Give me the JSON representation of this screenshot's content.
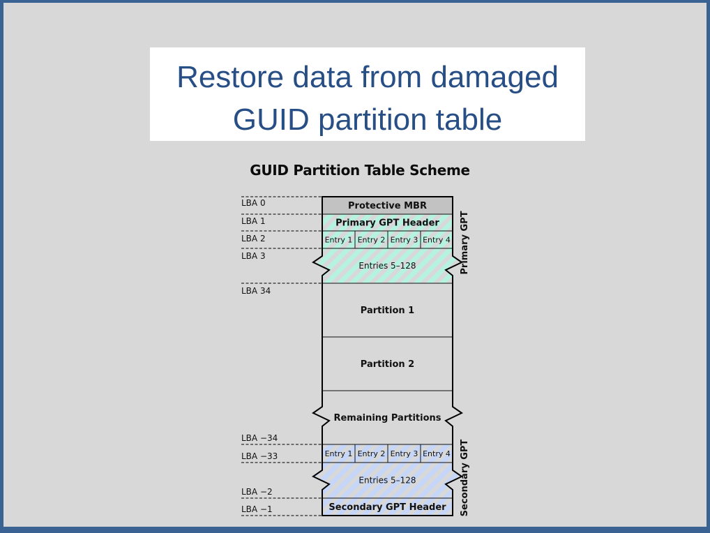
{
  "slide": {
    "title_line1": "Restore data from damaged",
    "title_line2": "GUID partition table"
  },
  "diagram": {
    "title": "GUID Partition Table Scheme",
    "lba_labels": [
      "LBA 0",
      "LBA 1",
      "LBA 2",
      "LBA 3",
      "LBA 34",
      "LBA −34",
      "LBA −33",
      "LBA −2",
      "LBA −1"
    ],
    "rows": {
      "protective_mbr": "Protective MBR",
      "primary_gpt_header": "Primary GPT Header",
      "entries_5_128": "Entries 5–128",
      "partition1": "Partition 1",
      "partition2": "Partition 2",
      "remaining_partitions": "Remaining Partitions",
      "secondary_gpt_header": "Secondary GPT Header"
    },
    "entries": [
      "Entry 1",
      "Entry 2",
      "Entry 3",
      "Entry 4"
    ],
    "side_labels": {
      "primary": "Primary GPT",
      "secondary": "Secondary GPT"
    }
  },
  "colors": {
    "frame": "#3a6293",
    "slide_bg": "#d8d8d8",
    "title_text": "#274e85",
    "mbr_fill": "#c2c2c2",
    "primary_stripe": "#b5f3e0",
    "secondary_stripe": "#c5d6f8",
    "primary_label": "#2be0a2",
    "secondary_label": "#5b8be8"
  }
}
